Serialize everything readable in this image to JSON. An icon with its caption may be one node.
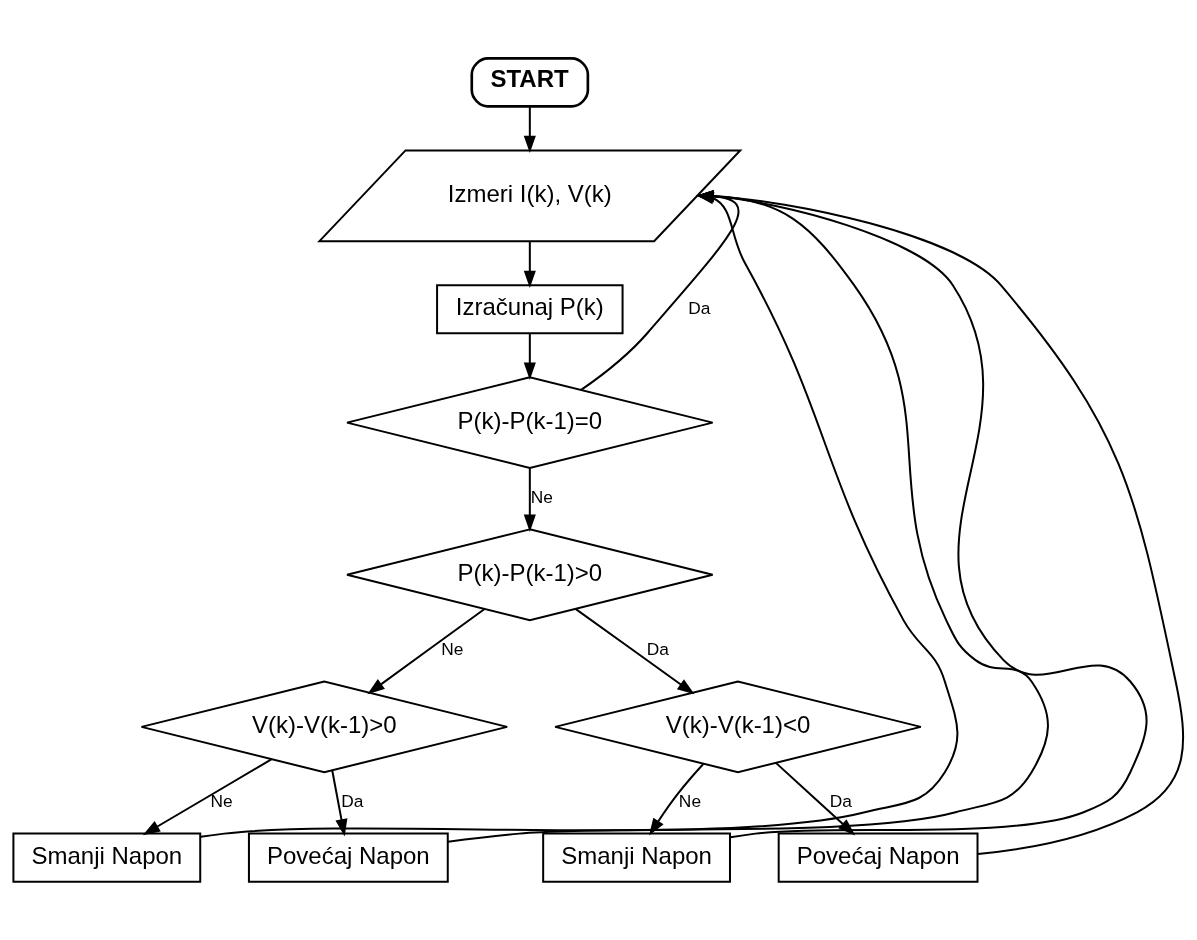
{
  "diagram": {
    "nodes": [
      {
        "text": [
          "START"
        ]
      },
      {
        "text": [
          "Izmeri I(k), V(k)"
        ]
      },
      {
        "text": [
          "Izračunaj P(k)"
        ]
      },
      {
        "text": [
          "P(k)-P(k-1)=0"
        ]
      },
      {
        "text": [
          "P(k)-P(k-1)>0"
        ]
      },
      {
        "text": [
          "V(k)-V(k-1)>0"
        ]
      },
      {
        "text": [
          "V(k)-V(k-1)<0"
        ]
      },
      {
        "text": [
          "Smanji Napon"
        ]
      },
      {
        "text": [
          "Povećaj Napon"
        ]
      },
      {
        "text": [
          "Smanji Napon"
        ]
      },
      {
        "text": [
          "Povećaj Napon"
        ]
      }
    ],
    "edges": [
      {
        "from": 0,
        "to": 1,
        "arrow": "to"
      },
      {
        "from": 1,
        "to": 2,
        "arrow": "to"
      },
      {
        "from": 2,
        "to": 3,
        "arrow": "to"
      },
      {
        "from": 3,
        "to": 1,
        "arrow": "to",
        "label": "Da"
      },
      {
        "from": 3,
        "to": 4,
        "arrow": "to",
        "label": "Ne"
      },
      {
        "from": 4,
        "to": 5,
        "arrow": "to",
        "label": "Ne"
      },
      {
        "from": 4,
        "to": 6,
        "arrow": "to",
        "label": "Da"
      },
      {
        "from": 5,
        "to": 7,
        "arrow": "to",
        "label": "Ne"
      },
      {
        "from": 5,
        "to": 8,
        "arrow": "to",
        "label": "Da"
      },
      {
        "from": 6,
        "to": 9,
        "arrow": "to",
        "label": "Ne"
      },
      {
        "from": 6,
        "to": 10,
        "arrow": "to",
        "label": "Da"
      },
      {
        "from": 7,
        "to": 1,
        "arrow": "to"
      },
      {
        "from": 8,
        "to": 1,
        "arrow": "to"
      },
      {
        "from": 9,
        "to": 1,
        "arrow": "to"
      },
      {
        "from": 10,
        "to": 1,
        "arrow": "to"
      }
    ]
  }
}
